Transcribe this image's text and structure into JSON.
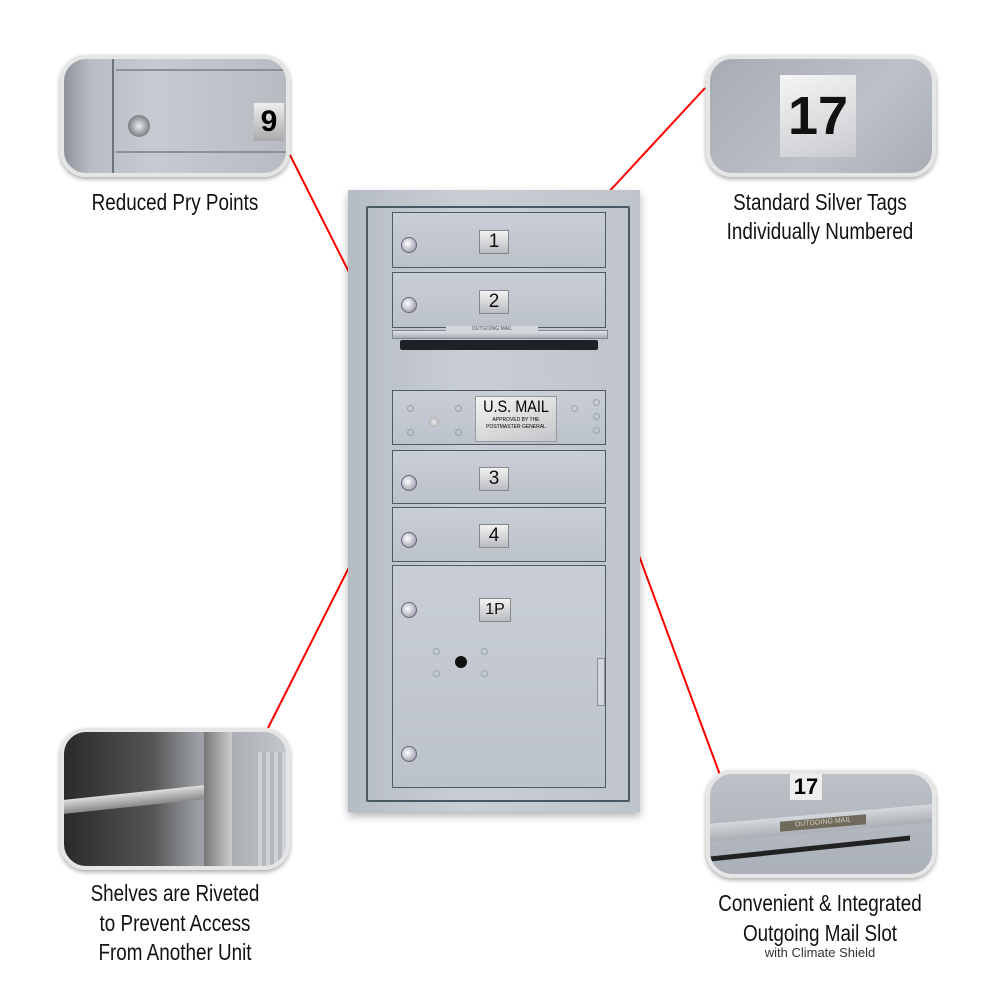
{
  "callouts": {
    "pry_points": {
      "caption": "Reduced Pry Points",
      "tag_number": "9"
    },
    "silver_tags": {
      "caption_line1": "Standard Silver Tags",
      "caption_line2": "Individually Numbered",
      "tag_number": "17"
    },
    "shelves": {
      "caption_line1": "Shelves are Riveted",
      "caption_line2": "to Prevent Access",
      "caption_line3": "From Another Unit"
    },
    "mail_slot": {
      "caption_line1": "Convenient & Integrated",
      "caption_line2": "Outgoing Mail Slot",
      "caption_sub": "with Climate Shield",
      "tag_number": "17",
      "plate_label": "OUTGOING MAIL"
    }
  },
  "mailbox": {
    "doors": [
      {
        "number": "1"
      },
      {
        "number": "2"
      },
      {
        "number": "3"
      },
      {
        "number": "4"
      },
      {
        "number": "1P"
      }
    ],
    "slot_label": "OUTGOING MAIL",
    "usps_plate": {
      "title": "U.S. MAIL",
      "line1": "APPROVED BY THE",
      "line2": "POSTMASTER GENERAL"
    }
  },
  "colors": {
    "arrow": "#ff0000",
    "metal": "#c3c8cf"
  }
}
